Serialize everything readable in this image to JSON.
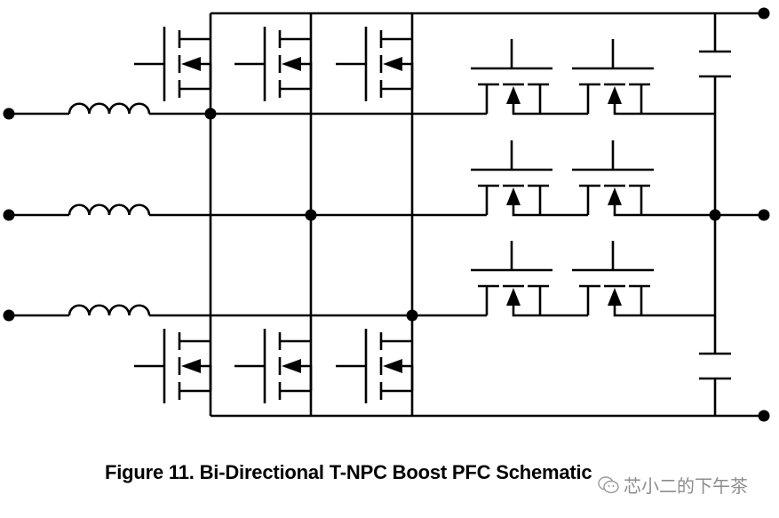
{
  "figure": {
    "caption": "Figure 11. Bi-Directional T-NPC Boost PFC Schematic",
    "number": "11",
    "title": "Bi-Directional T-NPC Boost PFC Schematic"
  },
  "watermark": {
    "text": "芯小二的下午茶",
    "icon": "wechat-chat-icon"
  },
  "colors": {
    "wire": "#000000",
    "background": "#ffffff",
    "watermark": "#7a7a7a"
  },
  "schematic": {
    "phases": [
      {
        "id": "phase-a",
        "inductor": true
      },
      {
        "id": "phase-b",
        "inductor": true
      },
      {
        "id": "phase-c",
        "inductor": true
      }
    ],
    "high_side_mosfets": 3,
    "low_side_mosfets": 3,
    "bidirectional_switch_pairs": 3,
    "dc_link_capacitors": 2,
    "output_terminals": [
      "dc-positive",
      "dc-midpoint",
      "dc-negative"
    ]
  }
}
